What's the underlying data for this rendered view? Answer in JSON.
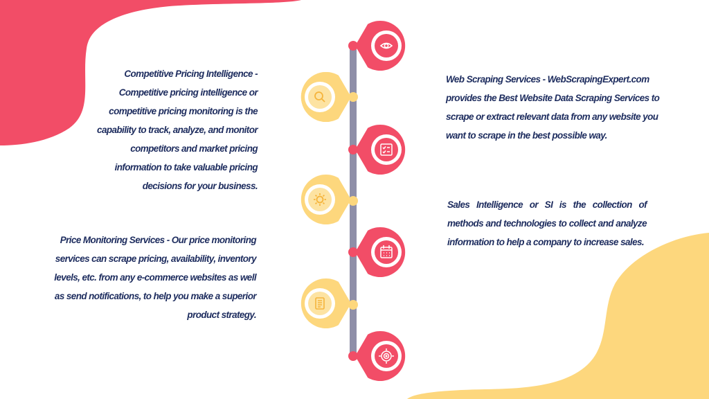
{
  "slide": {
    "colors": {
      "pink": "#f24d67",
      "yellow": "#fdd77d",
      "yellow_light": "#fde3a2",
      "spine": "#8f8fa8",
      "text": "#1d2c5e"
    },
    "blocks": [
      {
        "id": "competitive-pricing",
        "text": "Competitive Pricing Intelligence - Competitive pricing intelligence or competitive pricing monitoring is the capability to track, analyze, and monitor competitors and market pricing information to take valuable pricing decisions for your business."
      },
      {
        "id": "price-monitoring",
        "text": "Price Monitoring Services - Our price monitoring services can scrape pricing, availability, inventory levels, etc. from any e-commerce websites as well as send notifications, to help you make a superior product strategy."
      },
      {
        "id": "web-scraping",
        "text": "Web Scraping Services - WebScrapingExpert.com provides the Best Website Data Scraping Services to scrape or extract relevant data from any website you want to scrape in the best possible way."
      },
      {
        "id": "sales-intelligence",
        "text": "Sales Intelligence or SI is the collection of methods and technologies to collect and analyze information to help a company to increase sales."
      }
    ],
    "timeline_icons": [
      {
        "name": "eye-icon",
        "color": "pink",
        "side": "right"
      },
      {
        "name": "magnifier-icon",
        "color": "yellow",
        "side": "left"
      },
      {
        "name": "checklist-icon",
        "color": "pink",
        "side": "right"
      },
      {
        "name": "gear-icon",
        "color": "yellow",
        "side": "left"
      },
      {
        "name": "calendar-icon",
        "color": "pink",
        "side": "right"
      },
      {
        "name": "document-icon",
        "color": "yellow",
        "side": "left"
      },
      {
        "name": "target-icon",
        "color": "pink",
        "side": "right"
      }
    ]
  }
}
